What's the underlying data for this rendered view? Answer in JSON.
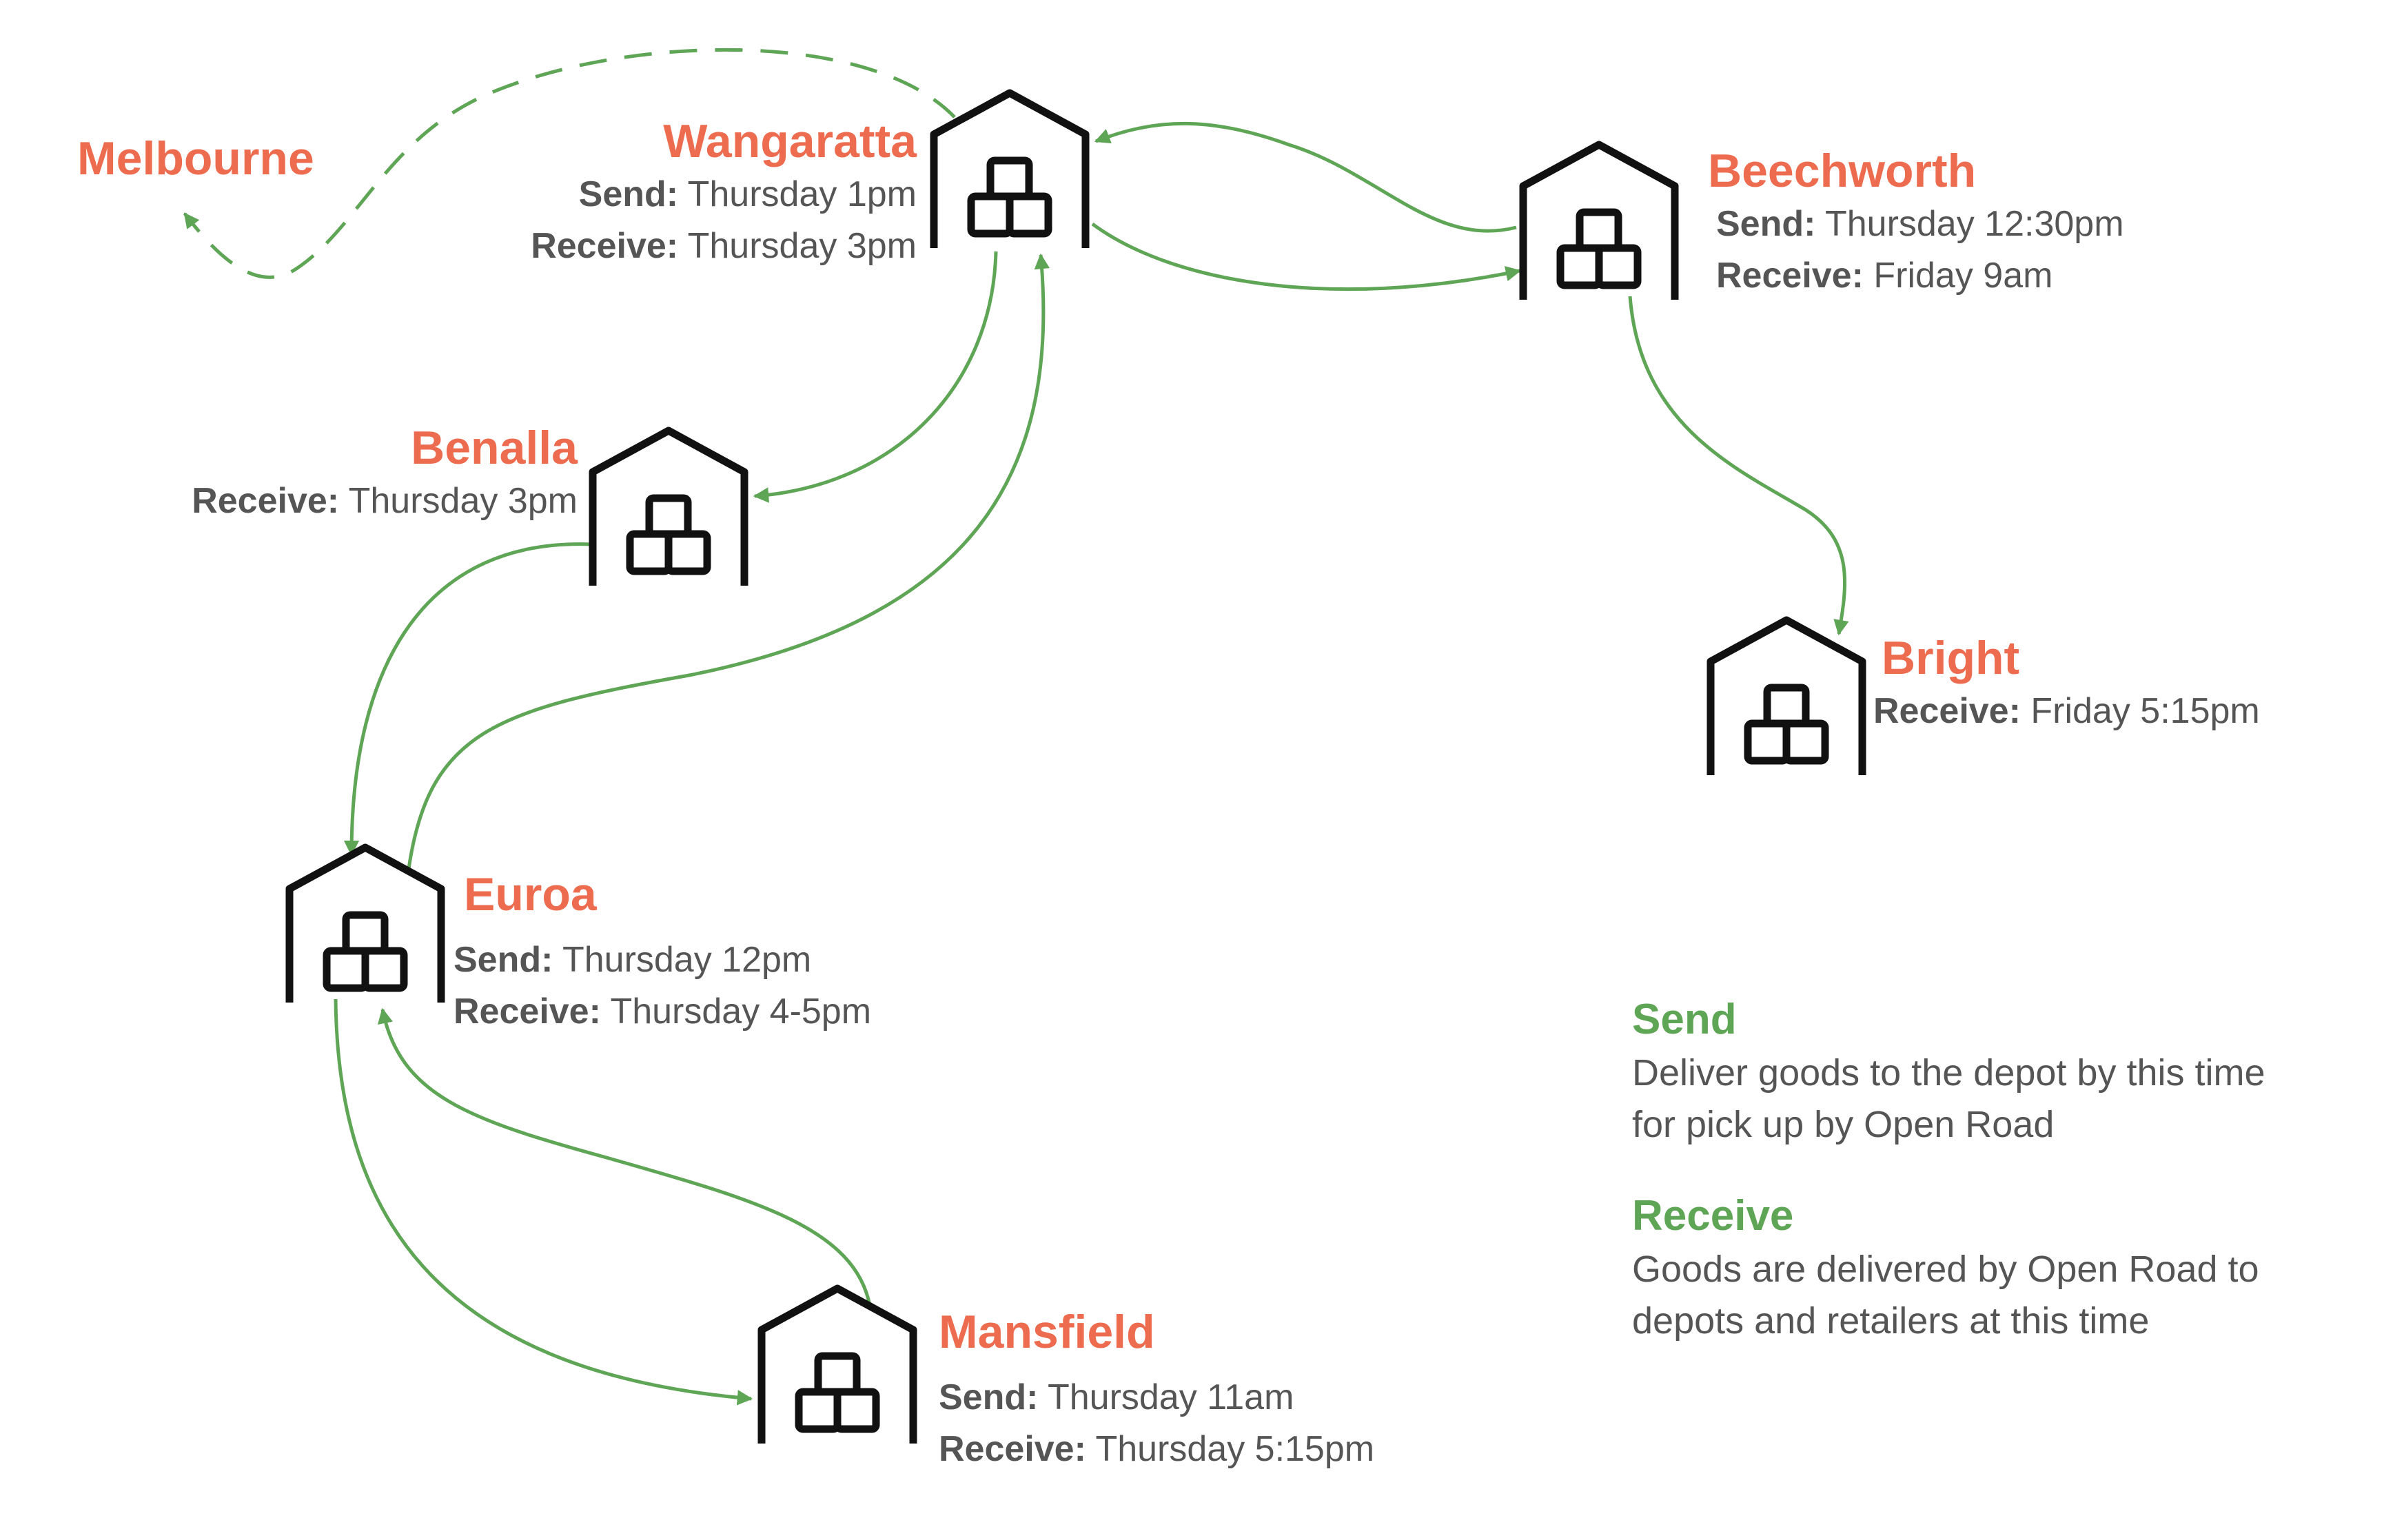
{
  "colors": {
    "accent_orange": "#ED6B4E",
    "route_green": "#5FA556",
    "icon_black": "#111111",
    "text_gray": "#555555"
  },
  "icon": "warehouse-icon",
  "melbourne": {
    "name": "Melbourne"
  },
  "depots": {
    "wangaratta": {
      "name": "Wangaratta",
      "send_label": "Send:",
      "send": "Thursday 1pm",
      "receive_label": "Receive:",
      "receive": "Thursday 3pm"
    },
    "beechworth": {
      "name": "Beechworth",
      "send_label": "Send:",
      "send": "Thursday 12:30pm",
      "receive_label": "Receive:",
      "receive": "Friday 9am"
    },
    "benalla": {
      "name": "Benalla",
      "receive_label": "Receive:",
      "receive": "Thursday 3pm"
    },
    "bright": {
      "name": "Bright",
      "receive_label": "Receive:",
      "receive": "Friday 5:15pm"
    },
    "euroa": {
      "name": "Euroa",
      "send_label": "Send:",
      "send": "Thursday 12pm",
      "receive_label": "Receive:",
      "receive": "Thursday 4-5pm"
    },
    "mansfield": {
      "name": "Mansfield",
      "send_label": "Send:",
      "send": "Thursday 11am",
      "receive_label": "Receive:",
      "receive": "Thursday 5:15pm"
    }
  },
  "legend": {
    "send_title": "Send",
    "send_text": "Deliver goods to the depot by this time for pick up by Open Road",
    "receive_title": "Receive",
    "receive_text": "Goods are delivered by Open Road to depots and retailers at this time"
  }
}
